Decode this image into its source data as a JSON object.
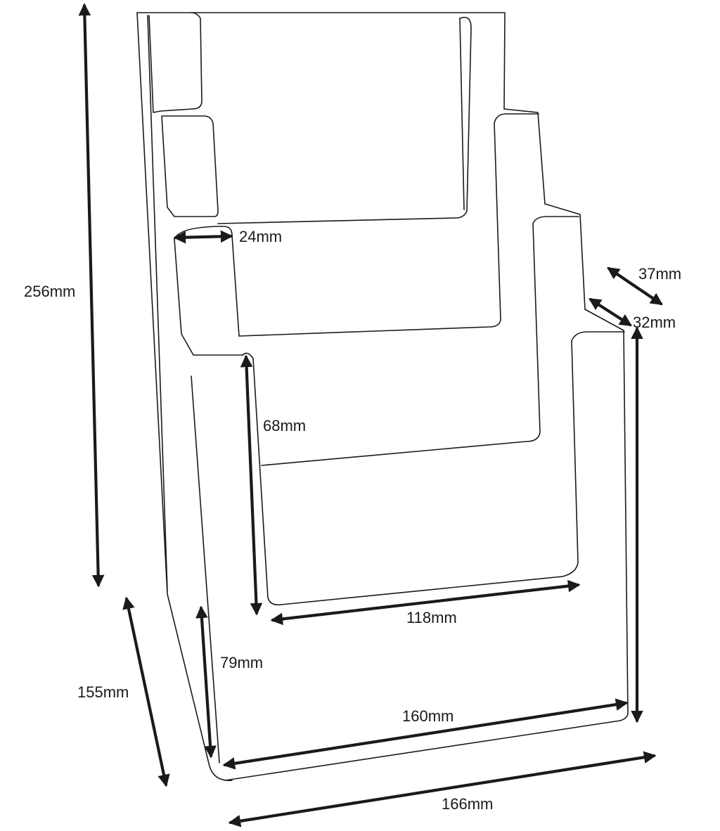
{
  "dimensions": {
    "overall_height": "256mm",
    "pocket_1_depth": "24mm",
    "top_depth": "37mm",
    "step_depth": "32mm",
    "pocket_4_height": "68mm",
    "front_height": "79mm",
    "base_depth": "155mm",
    "inner_width": "118mm",
    "front_width": "160mm",
    "overall_width": "166mm"
  }
}
